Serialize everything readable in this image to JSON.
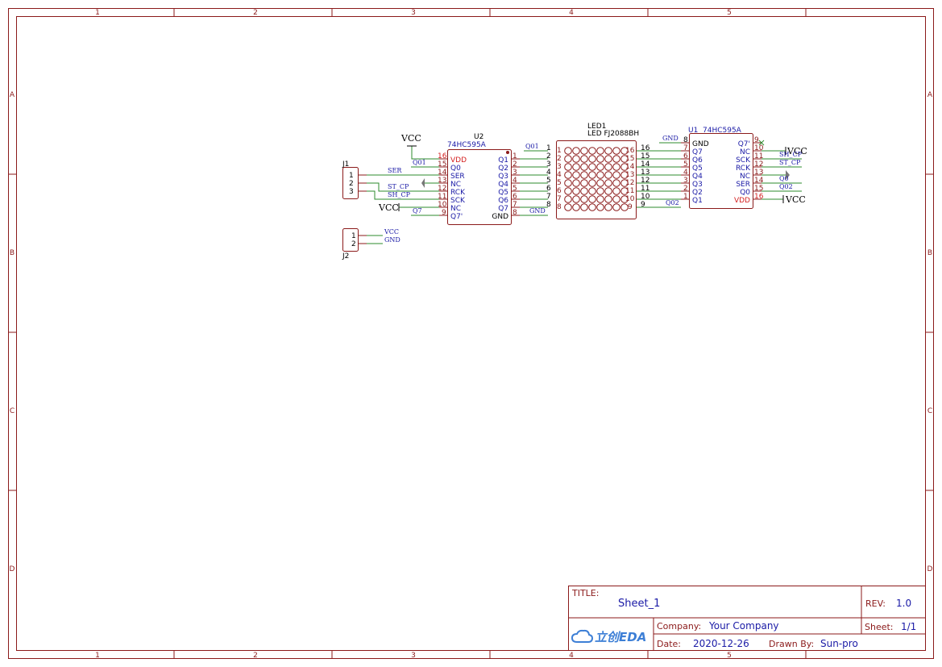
{
  "frame": {
    "columns": [
      "1",
      "2",
      "3",
      "4",
      "5"
    ],
    "rows": [
      "A",
      "B",
      "C",
      "D"
    ]
  },
  "title_block": {
    "title_label": "TITLE:",
    "title_value": "Sheet_1",
    "rev_label": "REV:",
    "rev_value": "1.0",
    "company_label": "Company:",
    "company_value": "Your Company",
    "sheet_label": "Sheet:",
    "sheet_value": "1/1",
    "date_label": "Date:",
    "date_value": "2020-12-26",
    "drawn_label": "Drawn By:",
    "drawn_value": "Sun-pro",
    "logo_text": "立创EDA"
  },
  "u2": {
    "designator": "U2",
    "part": "74HC595A",
    "left_pins": [
      {
        "num": "16",
        "name": "VDD"
      },
      {
        "num": "15",
        "name": "Q0"
      },
      {
        "num": "14",
        "name": "SER"
      },
      {
        "num": "13",
        "name": "NC"
      },
      {
        "num": "12",
        "name": "RCK"
      },
      {
        "num": "11",
        "name": "SCK"
      },
      {
        "num": "10",
        "name": "NC"
      },
      {
        "num": "9",
        "name": "Q7'"
      }
    ],
    "right_pins": [
      {
        "num": "1",
        "name": "Q1"
      },
      {
        "num": "2",
        "name": "Q2"
      },
      {
        "num": "3",
        "name": "Q3"
      },
      {
        "num": "4",
        "name": "Q4"
      },
      {
        "num": "5",
        "name": "Q5"
      },
      {
        "num": "6",
        "name": "Q6"
      },
      {
        "num": "7",
        "name": "Q7"
      },
      {
        "num": "8",
        "name": "GND"
      }
    ]
  },
  "u1": {
    "designator": "U1",
    "part": "74HC595A",
    "left_pins": [
      {
        "num": "8",
        "name": "GND"
      },
      {
        "num": "7",
        "name": "Q7"
      },
      {
        "num": "6",
        "name": "Q6"
      },
      {
        "num": "5",
        "name": "Q5"
      },
      {
        "num": "4",
        "name": "Q4"
      },
      {
        "num": "3",
        "name": "Q3"
      },
      {
        "num": "2",
        "name": "Q2"
      },
      {
        "num": "1",
        "name": "Q1"
      }
    ],
    "right_pins": [
      {
        "num": "9",
        "name": "Q7'"
      },
      {
        "num": "10",
        "name": "NC"
      },
      {
        "num": "11",
        "name": "SCK"
      },
      {
        "num": "12",
        "name": "RCK"
      },
      {
        "num": "13",
        "name": "NC"
      },
      {
        "num": "14",
        "name": "SER"
      },
      {
        "num": "15",
        "name": "Q0"
      },
      {
        "num": "16",
        "name": "VDD"
      }
    ]
  },
  "led1": {
    "designator": "LED1",
    "part": "LED FJ2088BH",
    "left_inner": [
      "1",
      "2",
      "3",
      "4",
      "5",
      "6",
      "7",
      "8"
    ],
    "left_outer": [
      "1",
      "2",
      "3",
      "4",
      "5",
      "6",
      "7",
      "8"
    ],
    "right_inner": [
      "16",
      "15",
      "14",
      "13",
      "12",
      "11",
      "10",
      "9"
    ],
    "right_outer": [
      "16",
      "15",
      "14",
      "13",
      "12",
      "11",
      "10",
      "9"
    ]
  },
  "j1": {
    "designator": "J1",
    "pins": [
      "1",
      "2",
      "3"
    ]
  },
  "j2": {
    "designator": "J2",
    "pins": [
      "1",
      "2"
    ]
  },
  "nets": {
    "ser": "SER",
    "st_cp": "ST_CP",
    "sh_cp": "SH_CP",
    "q01": "Q01",
    "q7": "Q7",
    "gnd": "GND",
    "vcc": "VCC",
    "q02": "Q02",
    "q0_trunc": "Q0"
  },
  "power": {
    "vcc": "VCC"
  }
}
